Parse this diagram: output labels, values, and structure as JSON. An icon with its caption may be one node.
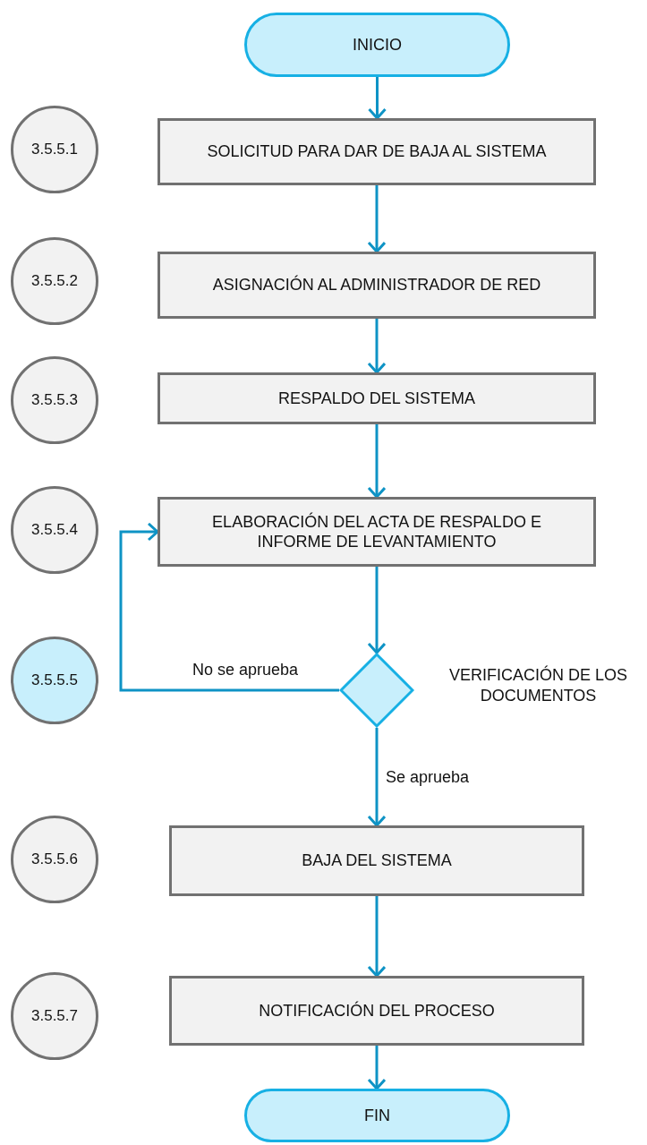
{
  "diagram": {
    "nodes": [
      {
        "text": [
          "INICIO"
        ]
      },
      {
        "text": [
          "SOLICITUD PARA DAR DE BAJA AL SISTEMA"
        ]
      },
      {
        "text": [
          "ASIGNACIÓN AL ADMINISTRADOR DE RED"
        ]
      },
      {
        "text": [
          "RESPALDO DEL SISTEMA"
        ]
      },
      {
        "text": [
          "ELABORACIÓN DEL ACTA DE RESPALDO E INFORME DE LEVANTAMIENTO"
        ]
      },
      {
        "text": [
          "VERIFICACIÓN DE LOS DOCUMENTOS"
        ]
      },
      {
        "text": [
          "BAJA DEL SISTEMA"
        ]
      },
      {
        "text": [
          "NOTIFICACIÓN DEL PROCESO"
        ]
      },
      {
        "text": [
          "FIN"
        ]
      },
      {
        "text": [
          "3.5.5.1"
        ]
      },
      {
        "text": [
          "3.5.5.2"
        ]
      },
      {
        "text": [
          "3.5.5.3"
        ]
      },
      {
        "text": [
          "3.5.5.4"
        ]
      },
      {
        "text": [
          "3.5.5.5"
        ]
      },
      {
        "text": [
          "3.5.5.6"
        ]
      },
      {
        "text": [
          "3.5.5.7"
        ]
      }
    ],
    "edges": [
      {
        "from": 0,
        "to": 1,
        "arrow": "to"
      },
      {
        "from": 1,
        "to": 2,
        "arrow": "to"
      },
      {
        "from": 2,
        "to": 3,
        "arrow": "to"
      },
      {
        "from": 3,
        "to": 4,
        "arrow": "to"
      },
      {
        "from": 4,
        "to": 5,
        "arrow": "to"
      },
      {
        "from": 5,
        "to": 6,
        "arrow": "to",
        "label": "Se aprueba"
      },
      {
        "from": 5,
        "to": 4,
        "arrow": "to",
        "label": "No se aprueba"
      },
      {
        "from": 6,
        "to": 7,
        "arrow": "to"
      },
      {
        "from": 7,
        "to": 8,
        "arrow": "to"
      }
    ]
  }
}
